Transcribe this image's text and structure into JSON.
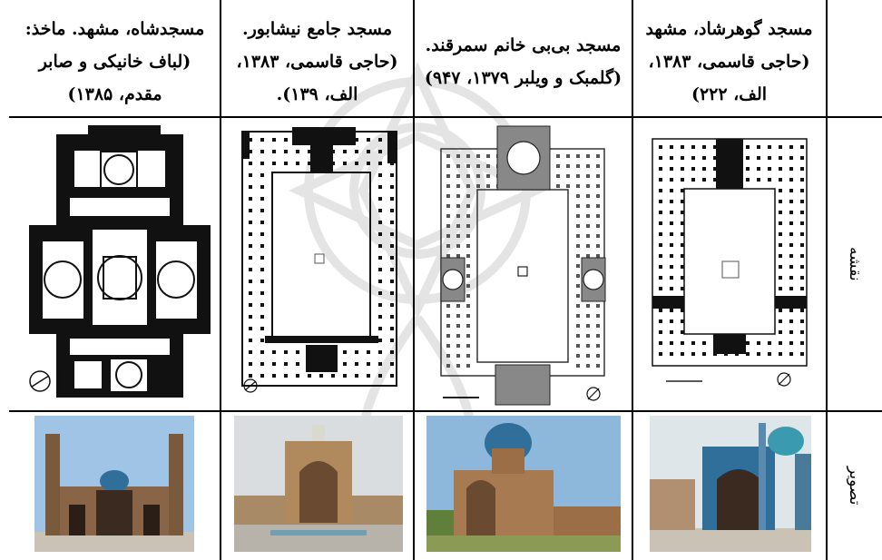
{
  "columns": [
    {
      "id": "shah",
      "header": "مسجدشاه، مشهد. ماخذ: (لباف خانیکی و صابر مقدم، ۱۳۸۵)"
    },
    {
      "id": "neyshabur",
      "header": "مسجد جامع نیشابور. (حاجی قاسمی، ۱۳۸۳، الف، ۱۳۹)."
    },
    {
      "id": "bibikhanum",
      "header": "مسجد بی‌بی خانم سمرقند. (گلمبک و ویلبر ۱۳۷۹، ۹۴۷)"
    },
    {
      "id": "goharshad",
      "header": "مسجد گوهرشاد، مشهد (حاجی قاسمی، ۱۳۸۳، الف، ۲۲۲)"
    }
  ],
  "rows": {
    "plan_label": "نقشه",
    "photo_label": "تصویر"
  },
  "colors": {
    "plan_ink": "#111111",
    "sky": "#9fc4e6",
    "brick": "#a77a52",
    "tile_blue": "#2f6f9a",
    "ground": "#c9c2b5"
  }
}
